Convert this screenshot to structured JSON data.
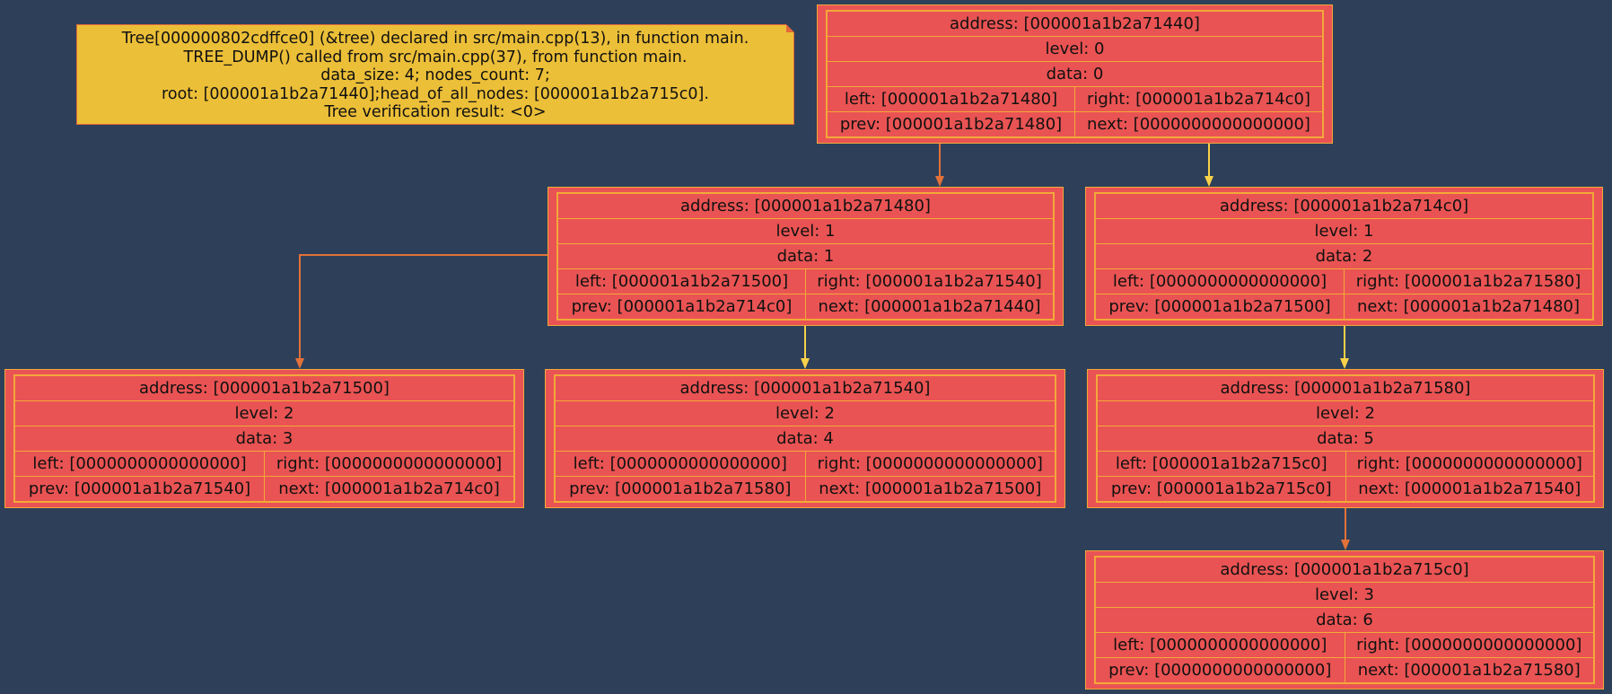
{
  "info": {
    "lines": [
      "Tree[000000802cdffce0] (&tree) declared in src/main.cpp(13), in function main.",
      "TREE_DUMP() called from src/main.cpp(37), from function main.",
      "data_size: 4; nodes_count: 7;",
      "root: [000001a1b2a71440];head_of_all_nodes: [000001a1b2a715c0].",
      "Tree verification result: <0>"
    ]
  },
  "colors": {
    "background": "#2e4059",
    "node_fill": "#ea5353",
    "node_border": "#f2a83a",
    "note_fill": "#ecbf38",
    "edge_left": "#e3713a",
    "edge_right": "#f7d14a"
  },
  "nodes": [
    {
      "id": "n71440",
      "address": "address: [000001a1b2a71440]",
      "level": "level: 0",
      "data": "data: 0",
      "left": "left: [000001a1b2a71480]",
      "right": "right: [000001a1b2a714c0]",
      "prev": "prev: [000001a1b2a71480]",
      "next": "next: [0000000000000000]"
    },
    {
      "id": "n71480",
      "address": "address: [000001a1b2a71480]",
      "level": "level: 1",
      "data": "data: 1",
      "left": "left: [000001a1b2a71500]",
      "right": "right: [000001a1b2a71540]",
      "prev": "prev: [000001a1b2a714c0]",
      "next": "next: [000001a1b2a71440]"
    },
    {
      "id": "n714c0",
      "address": "address: [000001a1b2a714c0]",
      "level": "level: 1",
      "data": "data: 2",
      "left": "left: [0000000000000000]",
      "right": "right: [000001a1b2a71580]",
      "prev": "prev: [000001a1b2a71500]",
      "next": "next: [000001a1b2a71480]"
    },
    {
      "id": "n71500",
      "address": "address: [000001a1b2a71500]",
      "level": "level: 2",
      "data": "data: 3",
      "left": "left: [0000000000000000]",
      "right": "right: [0000000000000000]",
      "prev": "prev: [000001a1b2a71540]",
      "next": "next: [000001a1b2a714c0]"
    },
    {
      "id": "n71540",
      "address": "address: [000001a1b2a71540]",
      "level": "level: 2",
      "data": "data: 4",
      "left": "left: [0000000000000000]",
      "right": "right: [0000000000000000]",
      "prev": "prev: [000001a1b2a71580]",
      "next": "next: [000001a1b2a71500]"
    },
    {
      "id": "n71580",
      "address": "address: [000001a1b2a71580]",
      "level": "level: 2",
      "data": "data: 5",
      "left": "left: [000001a1b2a715c0]",
      "right": "right: [0000000000000000]",
      "prev": "prev: [000001a1b2a715c0]",
      "next": "next: [000001a1b2a71540]"
    },
    {
      "id": "n715c0",
      "address": "address: [000001a1b2a715c0]",
      "level": "level: 3",
      "data": "data: 6",
      "left": "left: [0000000000000000]",
      "right": "right: [0000000000000000]",
      "prev": "prev: [0000000000000000]",
      "next": "next: [000001a1b2a71580]"
    }
  ],
  "edges": [
    {
      "from": "n71440",
      "to": "n71480",
      "side": "left"
    },
    {
      "from": "n71440",
      "to": "n714c0",
      "side": "right"
    },
    {
      "from": "n71480",
      "to": "n71500",
      "side": "left"
    },
    {
      "from": "n71480",
      "to": "n71540",
      "side": "right"
    },
    {
      "from": "n714c0",
      "to": "n71580",
      "side": "right"
    },
    {
      "from": "n71580",
      "to": "n715c0",
      "side": "left"
    }
  ]
}
